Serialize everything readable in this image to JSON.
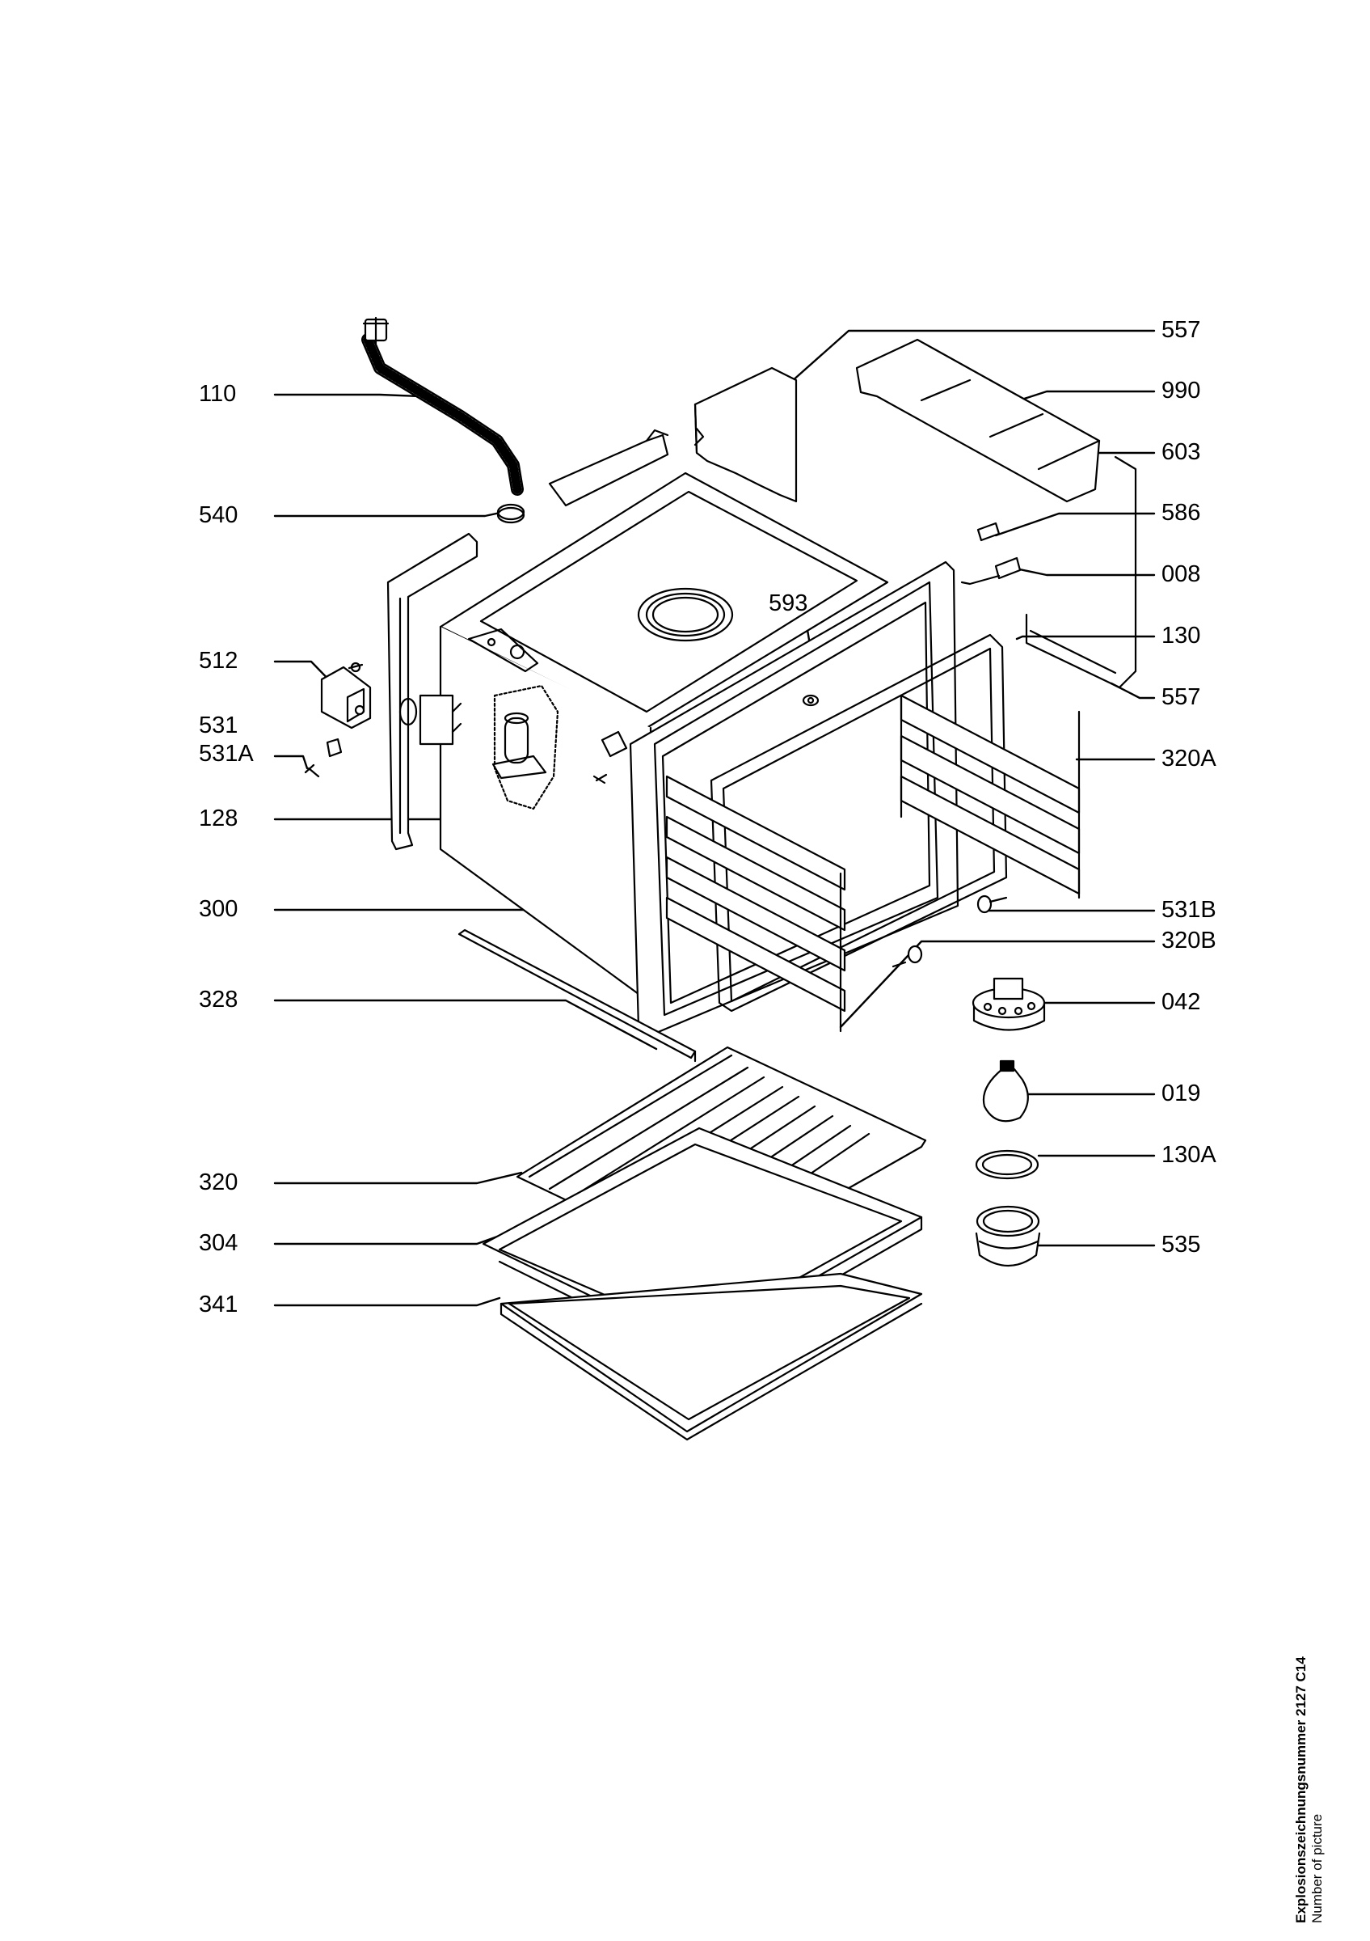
{
  "callouts": {
    "left": [
      {
        "id": "110",
        "label": "110"
      },
      {
        "id": "540",
        "label": "540"
      },
      {
        "id": "512",
        "label": "512"
      },
      {
        "id": "531",
        "label": "531"
      },
      {
        "id": "531A",
        "label": "531A"
      },
      {
        "id": "128",
        "label": "128"
      },
      {
        "id": "300",
        "label": "300"
      },
      {
        "id": "328",
        "label": "328"
      },
      {
        "id": "320",
        "label": "320"
      },
      {
        "id": "304",
        "label": "304"
      },
      {
        "id": "341",
        "label": "341"
      }
    ],
    "right": [
      {
        "id": "557a",
        "label": "557"
      },
      {
        "id": "990",
        "label": "990"
      },
      {
        "id": "603",
        "label": "603"
      },
      {
        "id": "586",
        "label": "586"
      },
      {
        "id": "008",
        "label": "008"
      },
      {
        "id": "130",
        "label": "130"
      },
      {
        "id": "557b",
        "label": "557"
      },
      {
        "id": "320A",
        "label": "320A"
      },
      {
        "id": "531B",
        "label": "531B"
      },
      {
        "id": "320B",
        "label": "320B"
      },
      {
        "id": "042",
        "label": "042"
      },
      {
        "id": "019",
        "label": "019"
      },
      {
        "id": "130A",
        "label": "130A"
      },
      {
        "id": "535",
        "label": "535"
      }
    ],
    "center": [
      {
        "id": "593",
        "label": "593"
      }
    ]
  },
  "footer": {
    "title": "Explosionszeichnungsnummer 2127 C14",
    "subtitle": "Number of picture"
  }
}
